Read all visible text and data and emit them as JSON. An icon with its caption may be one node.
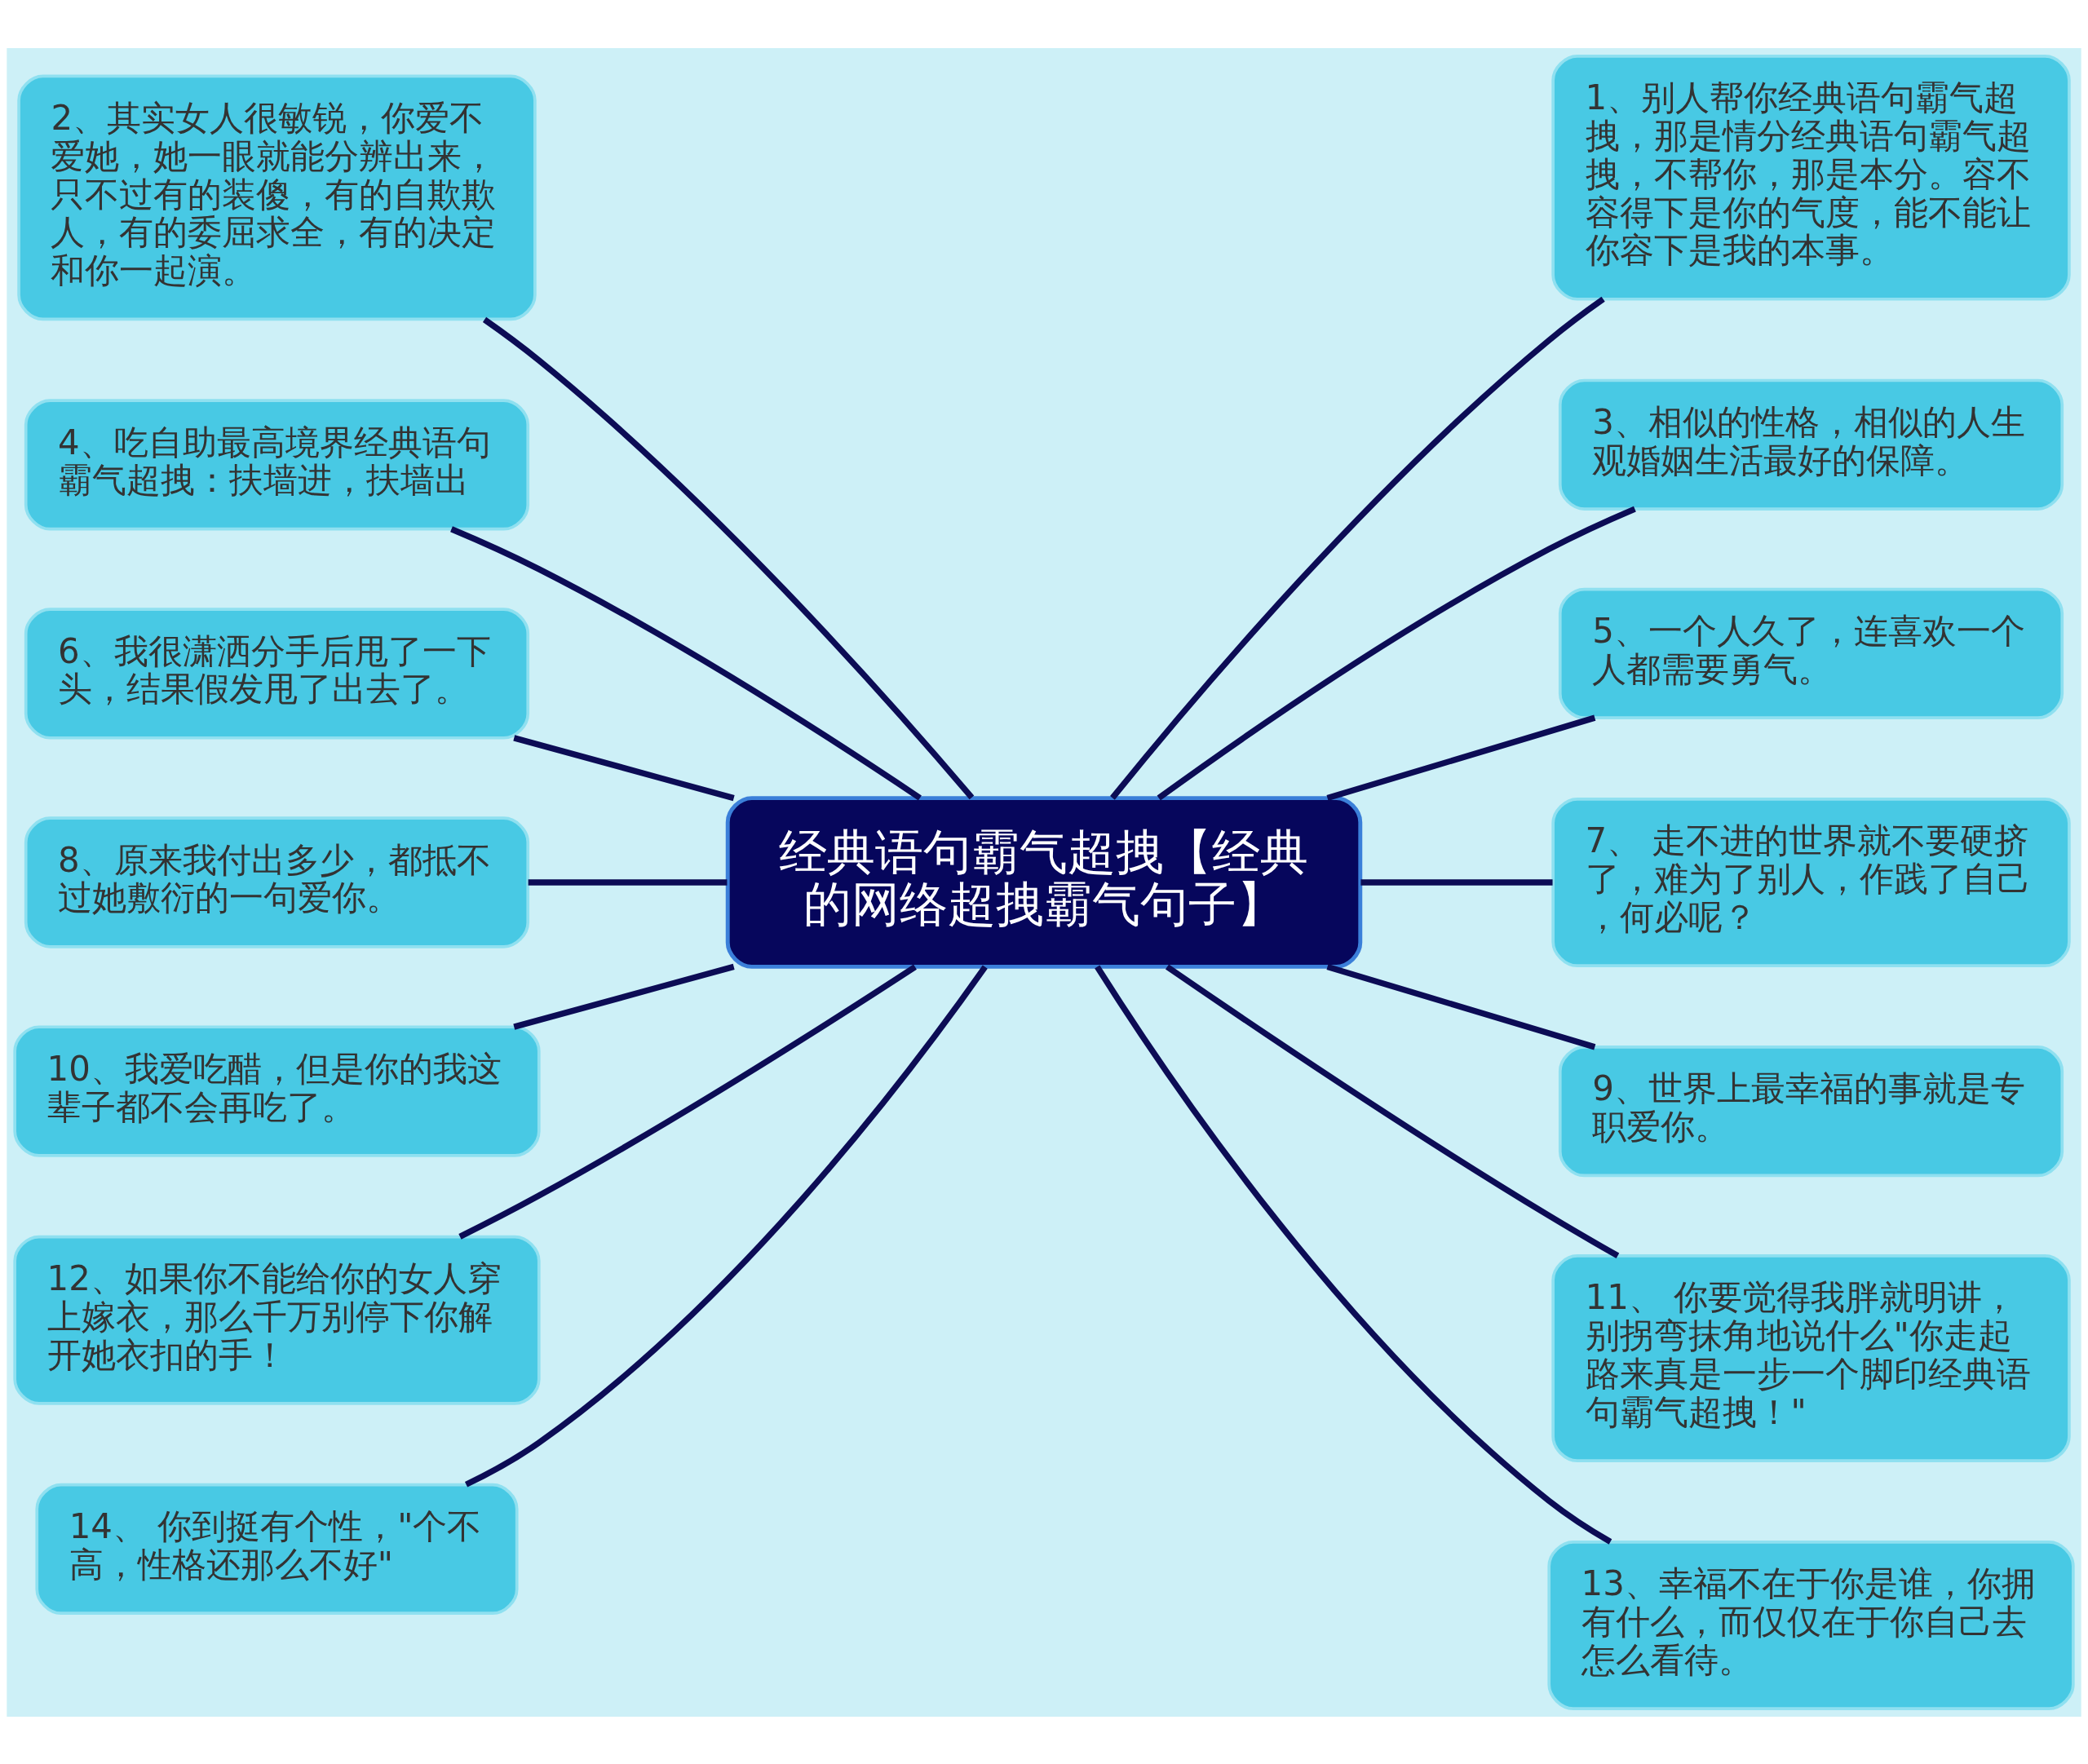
{
  "diagram": {
    "nodes": [
      {
        "text": [
          "经典语句霸气超拽【经典的网络超拽霸气句子】"
        ]
      },
      {
        "text": [
          "2、其实女人很敏锐，你爱不爱她，她一眼就能分辨出来，只不过有的装傻，有的自欺欺人，有的委屈求全，有的决定和你一起演。"
        ]
      },
      {
        "text": [
          "4、吃自助最高境界经典语句霸气超拽：扶墙进，扶墙出"
        ]
      },
      {
        "text": [
          "6、我很潇洒分手后甩了一下头，结果假发甩了出去了。"
        ]
      },
      {
        "text": [
          "8、原来我付出多少，都抵不过她敷衍的一句爱你。"
        ]
      },
      {
        "text": [
          "10、我爱吃醋，但是你的我这辈子都不会再吃了。"
        ]
      },
      {
        "text": [
          "12、如果你不能给你的女人穿上嫁衣，那么千万别停下你解开她衣扣的手！"
        ]
      },
      {
        "text": [
          "14、 你到挺有个性，\"个不高，性格还那么不好\""
        ]
      },
      {
        "text": [
          "1、别人帮你经典语句霸气超拽，那是情分经典语句霸气超拽，不帮你，那是本分。容不容得下是你的气度，能不能让你容下是我的本事。"
        ]
      },
      {
        "text": [
          "3、相似的性格，相似的人生观婚姻生活最好的保障。"
        ]
      },
      {
        "text": [
          "5、一个人久了，连喜欢一个人都需要勇气。"
        ]
      },
      {
        "text": [
          "7、 走不进的世界就不要硬挤了，难为了别人，作践了自己，何必呢？"
        ]
      },
      {
        "text": [
          "9、世界上最幸福的事就是专职爱你。"
        ]
      },
      {
        "text": [
          "11、 你要觉得我胖就明讲，别拐弯抹角地说什么\"你走起路来真是一步一个脚印经典语句霸气超拽！\""
        ]
      },
      {
        "text": [
          "13、幸福不在于你是谁，你拥有什么，而仅仅在于你自己去怎么看待。"
        ]
      }
    ],
    "edges": [
      {
        "from": 1,
        "to": 0,
        "arrow": "none"
      },
      {
        "from": 2,
        "to": 0,
        "arrow": "none"
      },
      {
        "from": 3,
        "to": 0,
        "arrow": "none"
      },
      {
        "from": 4,
        "to": 0,
        "arrow": "none"
      },
      {
        "from": 5,
        "to": 0,
        "arrow": "none"
      },
      {
        "from": 6,
        "to": 0,
        "arrow": "none"
      },
      {
        "from": 7,
        "to": 0,
        "arrow": "none"
      },
      {
        "from": 0,
        "to": 8,
        "arrow": "none"
      },
      {
        "from": 0,
        "to": 9,
        "arrow": "none"
      },
      {
        "from": 0,
        "to": 10,
        "arrow": "none"
      },
      {
        "from": 0,
        "to": 11,
        "arrow": "none"
      },
      {
        "from": 0,
        "to": 12,
        "arrow": "none"
      },
      {
        "from": 0,
        "to": 13,
        "arrow": "none"
      },
      {
        "from": 0,
        "to": 14,
        "arrow": "none"
      }
    ]
  }
}
